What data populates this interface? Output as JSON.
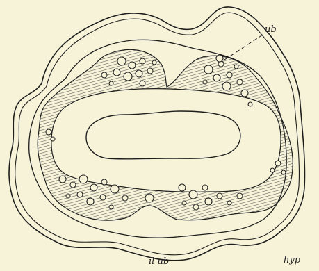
{
  "figure": {
    "background": "#f7f3d9",
    "ink": "#1e1e1e",
    "hatch_color": "#555555",
    "labels": {
      "top_right": "ub",
      "bottom_center": "il ub",
      "bottom_right": "hyp"
    }
  }
}
